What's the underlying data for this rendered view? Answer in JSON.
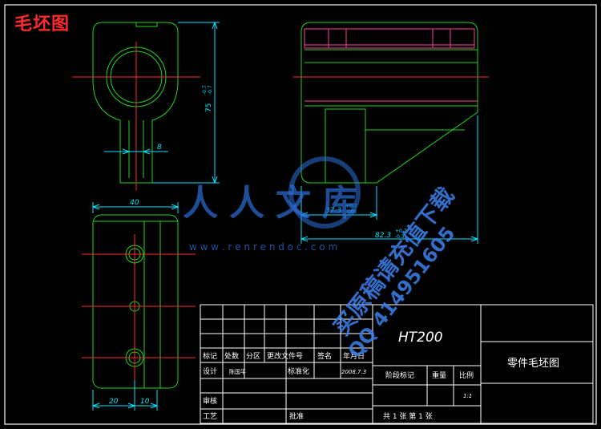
{
  "page_title": "毛坯图",
  "material": "HT200",
  "part_name": "零件毛坯图",
  "dimensions": {
    "height": "75",
    "height_tol_upper": "-0.7",
    "height_tol_lower": "-0.7",
    "slot": "8",
    "width_top": "40",
    "width_20": "20",
    "width_10": "10",
    "side_373": "37.3",
    "side_373_upper": "+0.7",
    "side_373_lower": "-0.3",
    "side_823": "82.3",
    "side_823_upper": "+0.7",
    "side_823_lower": "-0.3"
  },
  "title_block": {
    "col_biaoji": "标记",
    "col_chushu": "处数",
    "col_fenqu": "分区",
    "col_gengai": "更改文件号",
    "col_qianming": "签名",
    "col_nianyueri": "年月日",
    "sheji": "设计",
    "designer": "陈国平",
    "biaozhunhua": "标准化",
    "date": "2008.7.3",
    "jieduan": "阶段标记",
    "zhongliang": "重量",
    "bili": "比例",
    "scale": "1:1",
    "shenhe": "审核",
    "gongyi": "工艺",
    "pizhun": "批准",
    "sheets": "共 1 张  第 1 张"
  },
  "watermark": {
    "brand": "人人文库",
    "url": "w w w . r e n r e n d o c . c o m",
    "line1": "买原稿请充值下载",
    "line2": "QQ 414951605"
  },
  "colors": {
    "outline": "#21d421",
    "centerline": "#ff2a2a",
    "hidden": "#ff3fa0",
    "dimension": "#00e5ff",
    "frame": "#ffffff",
    "watermark": "#2d6fd9"
  }
}
